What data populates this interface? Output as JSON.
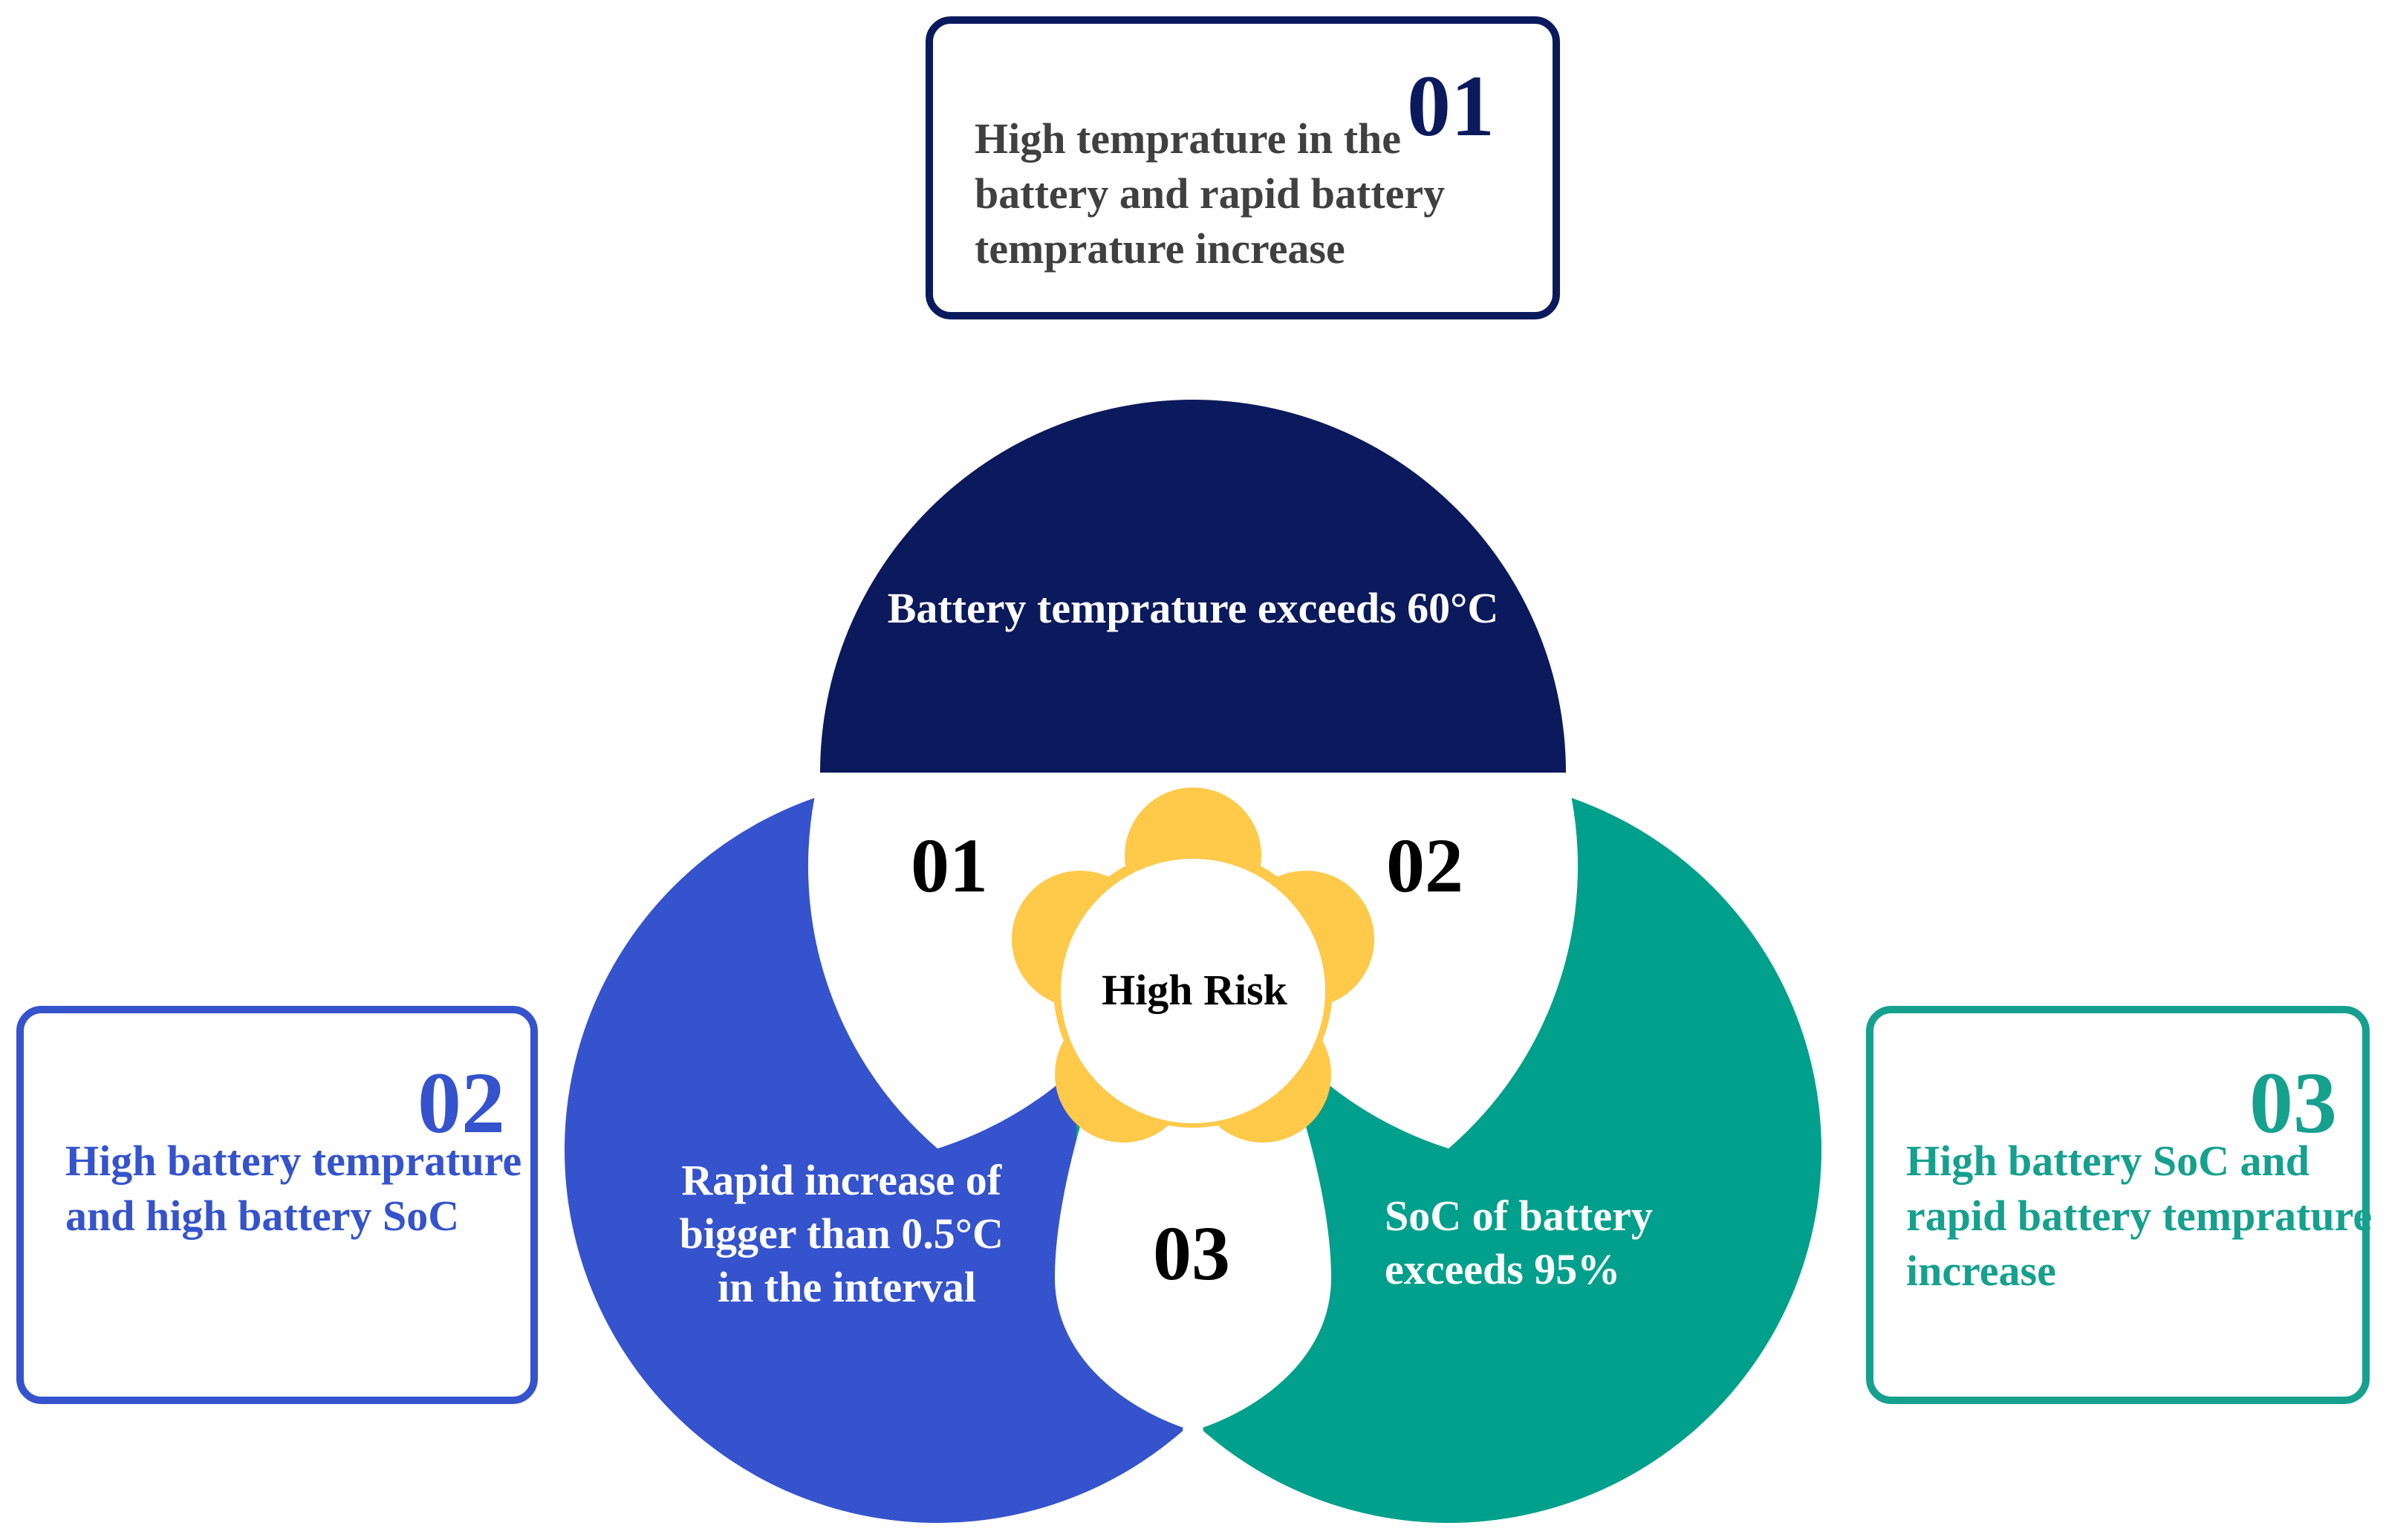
{
  "colors": {
    "circle_top": "#0b1a5c",
    "circle_left": "#3553cc",
    "circle_right": "#00a08c",
    "flower": "#ffc94a",
    "box_top_border": "#0b1a5c",
    "box_left_border": "#3553cc",
    "box_right_border": "#16a08e",
    "box_top_text": "#404040",
    "box_left_text": "#3553cc",
    "box_right_text": "#16a08e",
    "region_number": "#000000"
  },
  "circles": {
    "top_label": "Battery temprature exceeds 60°C",
    "left_label_lines": [
      "Rapid increase of",
      "bigger than 0.5°C",
      "in the interval"
    ],
    "right_label_lines": [
      "SoC of battery",
      "exceeds 95%"
    ]
  },
  "intersections": {
    "top_left": "01",
    "top_right": "02",
    "bottom": "03"
  },
  "center": {
    "label": "High Risk"
  },
  "boxes": {
    "top": {
      "number": "01",
      "text": "High temprature in the battery and rapid battery temprature increase"
    },
    "left": {
      "number": "02",
      "text": "High battery temprature and high battery SoC"
    },
    "right": {
      "number": "03",
      "text": "High battery SoC and rapid battery temprature increase"
    }
  }
}
